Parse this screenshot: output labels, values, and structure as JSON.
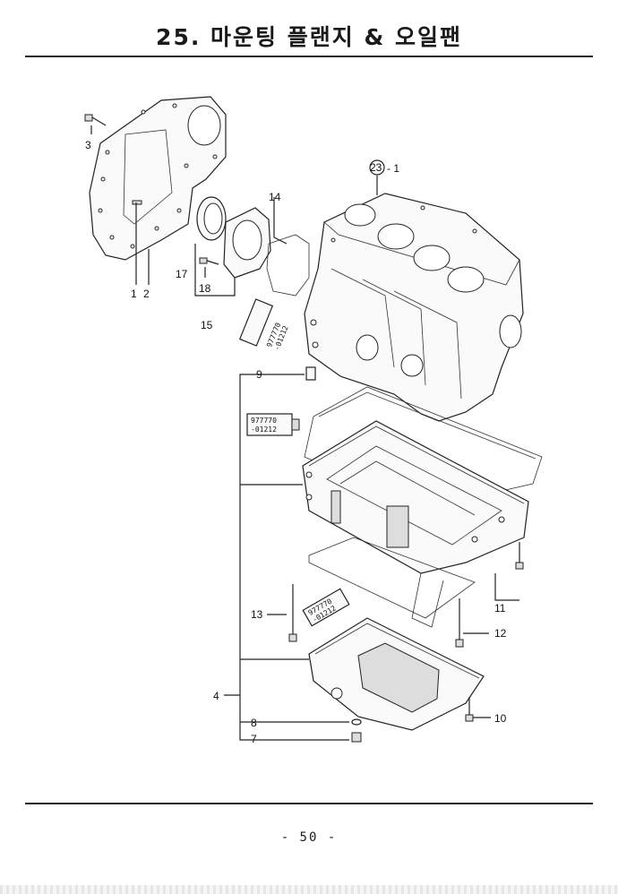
{
  "header": {
    "title": "25. 마운팅 플랜지 & 오일팬"
  },
  "footer": {
    "page_number": "- 50 -"
  },
  "diagram": {
    "callouts": {
      "c1": "1",
      "c2": "2",
      "c3": "3",
      "c4": "4",
      "c7": "7",
      "c8": "8",
      "c9": "9",
      "c10": "10",
      "c11": "11",
      "c12": "12",
      "c13": "13",
      "c14": "14",
      "c15": "15",
      "c17": "17",
      "c18": "18",
      "c23_1": "23",
      "c23_1_suffix": "- 1"
    },
    "sealant_tube_code_line1": "977770",
    "sealant_tube_code_line2": "-01212"
  }
}
